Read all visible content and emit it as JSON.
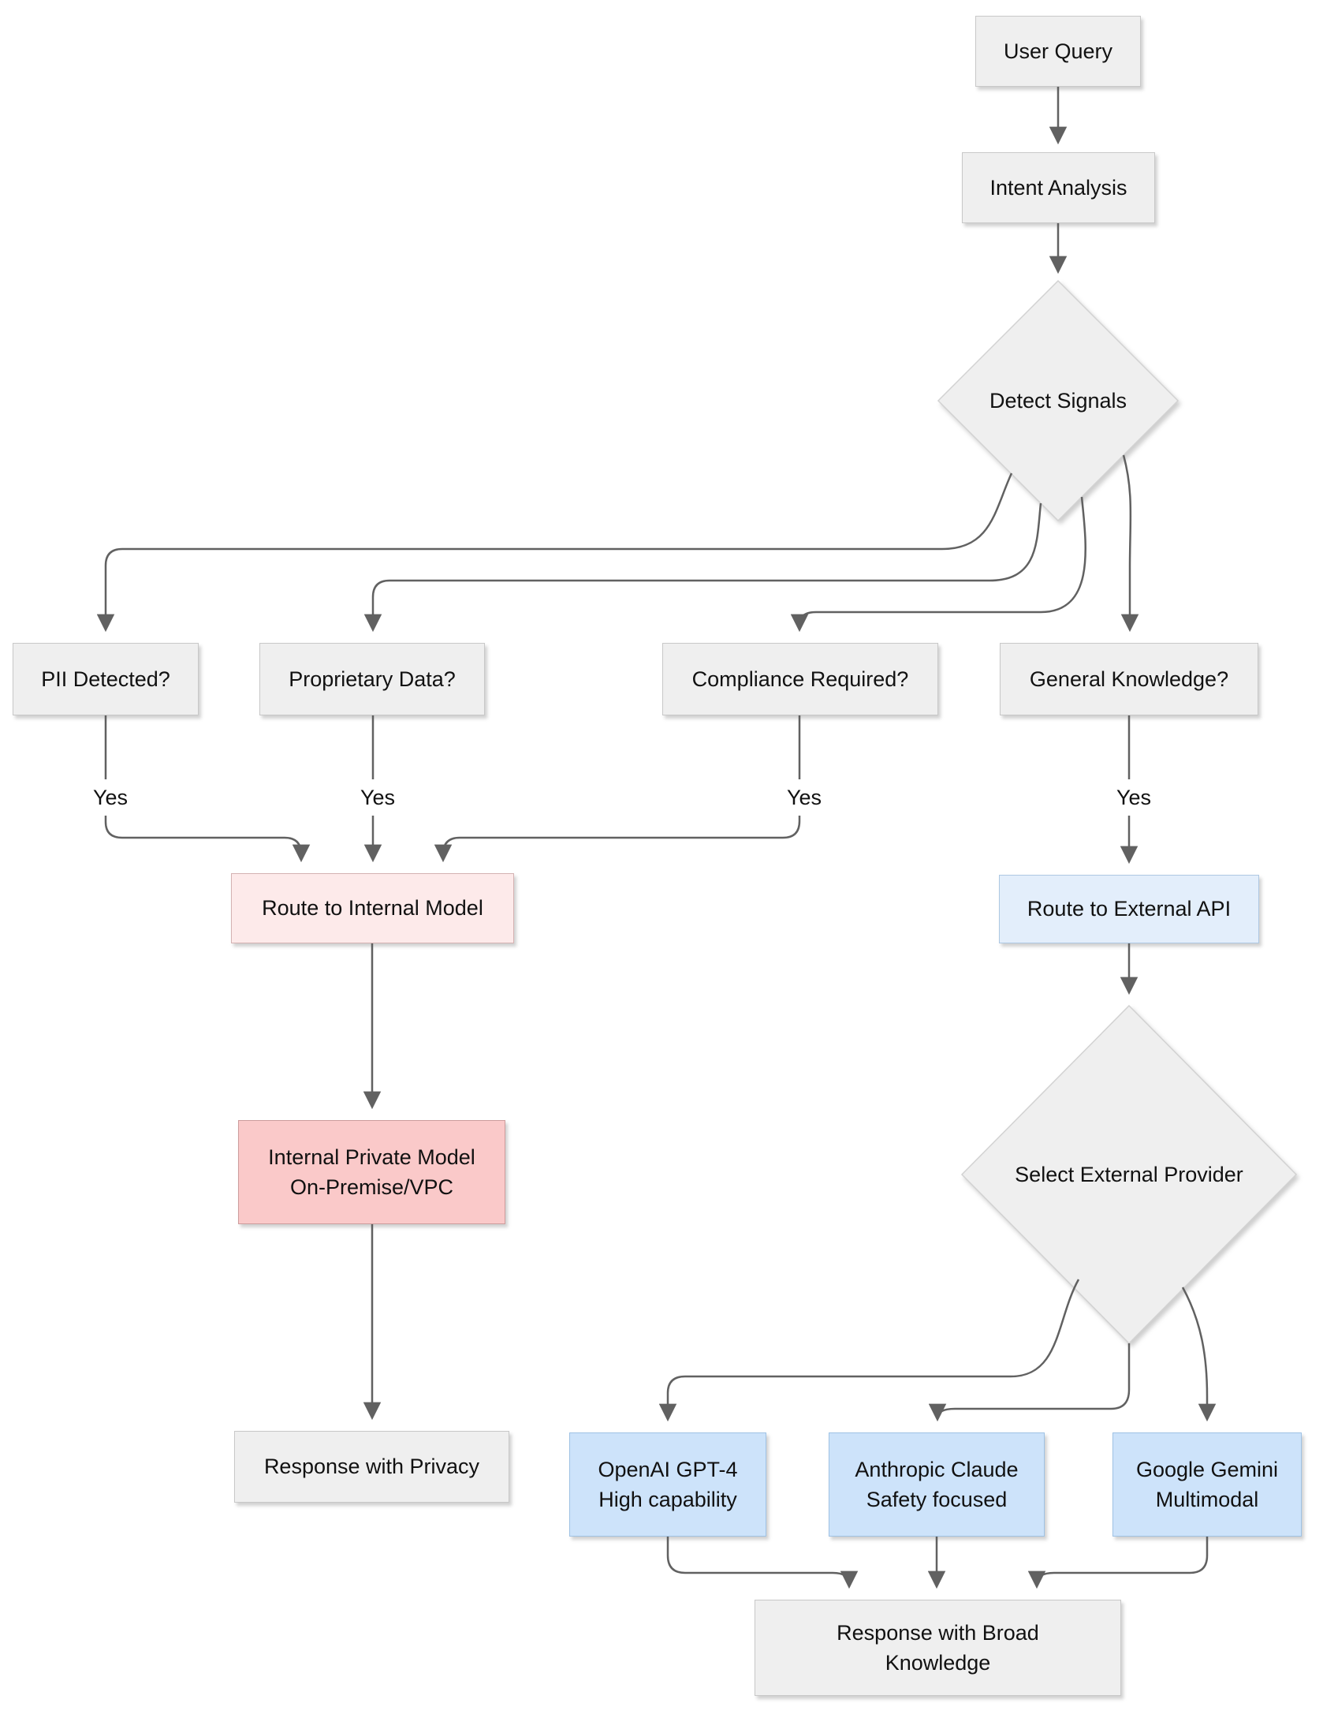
{
  "diagram": {
    "title_hint": "LLM routing flowchart",
    "nodes": {
      "user_query": {
        "label": "User Query"
      },
      "intent_analysis": {
        "label": "Intent Analysis"
      },
      "detect_signals": {
        "label": "Detect Signals"
      },
      "pii": {
        "label": "PII Detected?"
      },
      "proprietary": {
        "label": "Proprietary Data?"
      },
      "compliance": {
        "label": "Compliance Required?"
      },
      "general": {
        "label": "General Knowledge?"
      },
      "route_internal": {
        "label": "Route to Internal Model"
      },
      "route_external": {
        "label": "Route to External API"
      },
      "internal_model": {
        "line1": "Internal Private Model",
        "line2": "On-Premise/VPC"
      },
      "select_provider": {
        "label": "Select External Provider"
      },
      "response_privacy": {
        "label": "Response with Privacy"
      },
      "openai": {
        "line1": "OpenAI GPT-4",
        "line2": "High capability"
      },
      "anthropic": {
        "line1": "Anthropic Claude",
        "line2": "Safety focused"
      },
      "gemini": {
        "line1": "Google Gemini",
        "line2": "Multimodal"
      },
      "response_broad": {
        "line1": "Response with Broad",
        "line2": "Knowledge"
      }
    },
    "edge_labels": {
      "pii_yes": "Yes",
      "proprietary_yes": "Yes",
      "compliance_yes": "Yes",
      "general_yes": "Yes"
    },
    "colors": {
      "bg": "#ffffff",
      "node-gray": "#efefef",
      "node-gray-border": "#c8c8c8",
      "pink-light": "#fdeaea",
      "pink-light-border": "#d4b2b2",
      "pink": "#fac9c9",
      "pink-border": "#cc9c9c",
      "blue-light": "#e3eefb",
      "blue-light-border": "#aec8e2",
      "blue": "#cde3fa",
      "blue-border": "#9fc2e4",
      "line": "#616161",
      "text": "#111111"
    }
  }
}
